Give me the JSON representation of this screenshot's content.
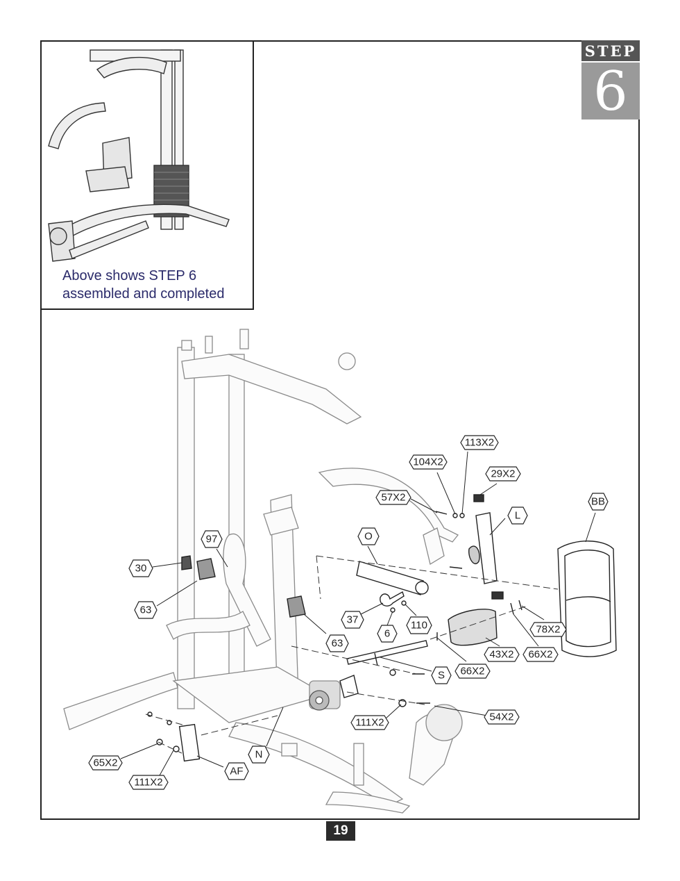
{
  "step": {
    "word": "STEP",
    "number": "6"
  },
  "inset": {
    "caption_line1": "Above shows STEP 6",
    "caption_line2": "assembled and completed"
  },
  "page_number": "19",
  "callouts": {
    "c113x2": "113X2",
    "c104x2": "104X2",
    "c29x2": "29X2",
    "c57x2": "57X2",
    "cbb": "BB",
    "cl": "L",
    "c97": "97",
    "co": "O",
    "c30": "30",
    "c63a": "63",
    "c37": "37",
    "c6": "6",
    "c110": "110",
    "c78x2": "78X2",
    "c63b": "63",
    "c43x2": "43X2",
    "c66x2a": "66X2",
    "c66x2b": "66X2",
    "cs": "S",
    "c54x2": "54X2",
    "c111x2a": "111X2",
    "cn": "N",
    "c65x2": "65X2",
    "caf": "AF",
    "c111x2b": "111X2"
  }
}
